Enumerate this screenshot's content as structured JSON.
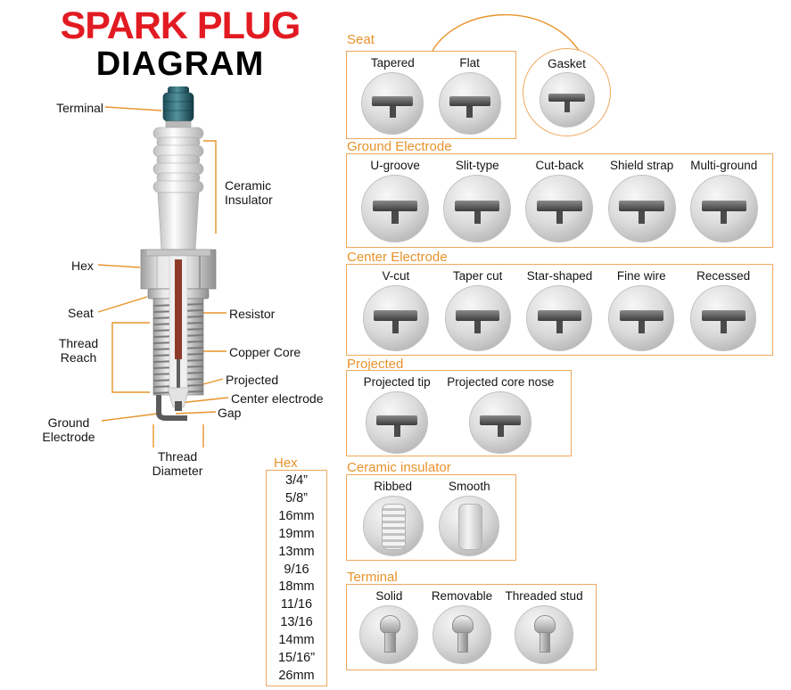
{
  "title": {
    "line1": "SPARK PLUG",
    "line2": "DIAGRAM"
  },
  "colors": {
    "accent": "#E8922A",
    "box_border": "#F0A85F",
    "title_red": "#E21B22"
  },
  "diagram_labels": {
    "terminal": "Terminal",
    "ceramic_insulator": "Ceramic Insulator",
    "hex": "Hex",
    "seat": "Seat",
    "thread_reach": "Thread Reach",
    "resistor": "Resistor",
    "copper_core": "Copper Core",
    "projected": "Projected",
    "center_electrode": "Center electrode",
    "gap": "Gap",
    "ground_electrode": "Ground Electrode",
    "thread_diameter": "Thread Diameter"
  },
  "sections": {
    "seat": {
      "title": "Seat",
      "items": [
        "Tapered",
        "Flat",
        "Gasket"
      ]
    },
    "ground_electrode": {
      "title": "Ground Electrode",
      "items": [
        "U-groove",
        "Slit-type",
        "Cut-back",
        "Shield strap",
        "Multi-ground"
      ]
    },
    "center_electrode": {
      "title": "Center Electrode",
      "items": [
        "V-cut",
        "Taper cut",
        "Star-shaped",
        "Fine wire",
        "Recessed"
      ]
    },
    "projected": {
      "title": "Projected",
      "items": [
        "Projected tip",
        "Projected core nose"
      ]
    },
    "ceramic_insulator": {
      "title": "Ceramic insulator",
      "items": [
        "Ribbed",
        "Smooth"
      ]
    },
    "terminal": {
      "title": "Terminal",
      "items": [
        "Solid",
        "Removable",
        "Threaded stud"
      ]
    }
  },
  "hex_sizes": {
    "title": "Hex",
    "values": [
      "3/4”",
      "5/8”",
      "16mm",
      "19mm",
      "13mm",
      "9/16",
      "18mm",
      "11/16",
      "13/16",
      "14mm",
      "15/16”",
      "26mm"
    ]
  }
}
